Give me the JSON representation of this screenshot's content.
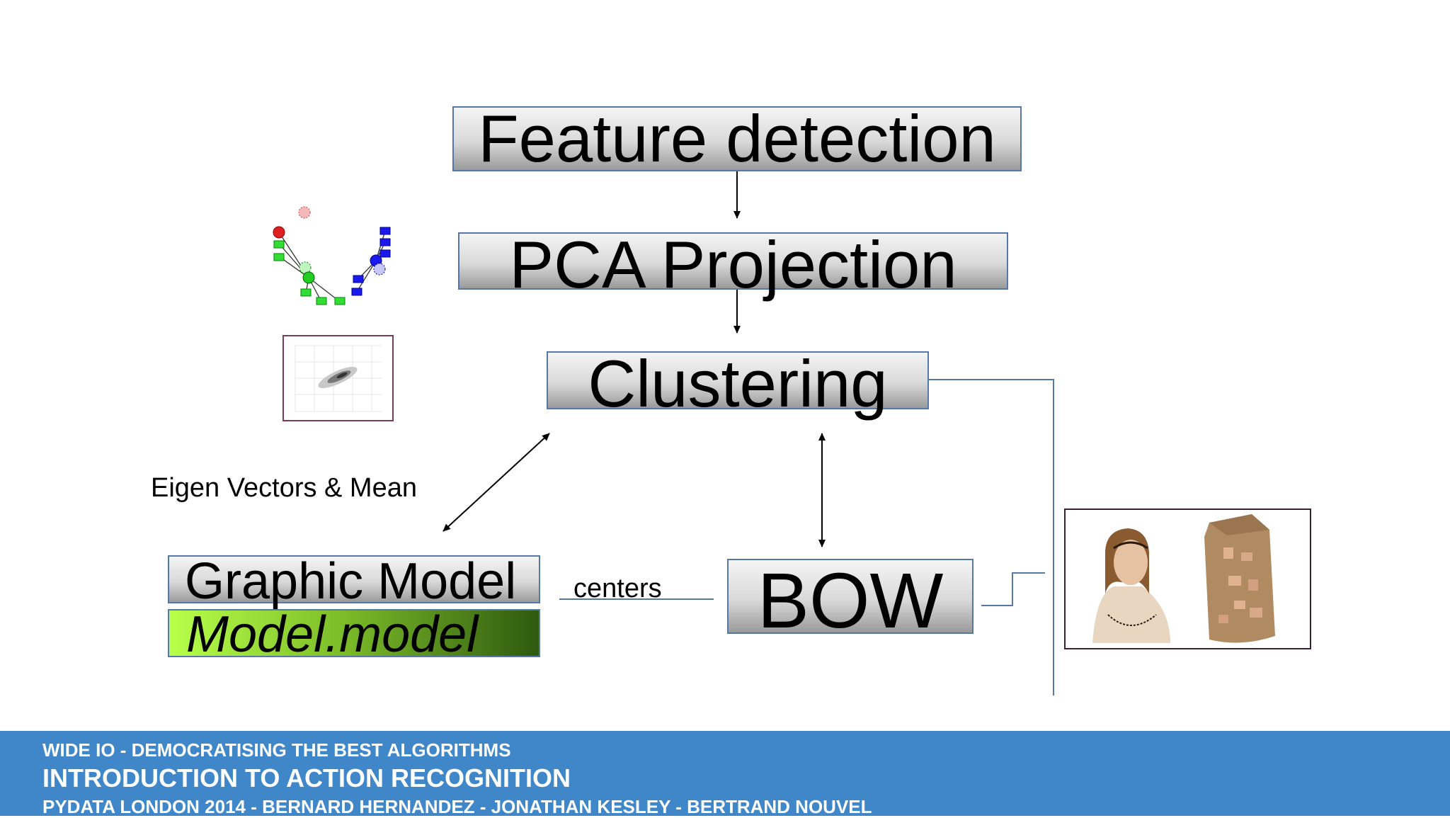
{
  "diagram": {
    "nodes": {
      "feature_detection": "Feature detection",
      "pca_projection": "PCA Projection",
      "clustering": "Clustering",
      "graphic_model": "Graphic Model",
      "model_file": "Model.model",
      "bow": "BOW"
    },
    "edge_labels": {
      "eigen": "Eigen Vectors & Mean",
      "centers": "centers"
    }
  },
  "footer": {
    "line1": "WIDE IO - DEMOCRATISING THE BEST ALGORITHMS",
    "line2": "INTRODUCTION TO ACTION RECOGNITION",
    "line3": "PYDATA LONDON 2014   -  BERNARD HERNANDEZ - JONATHAN KESLEY - BERTRAND NOUVEL"
  },
  "colors": {
    "footer_bg": "#3f87c8",
    "box_border": "#5577aa",
    "model_gradient_start": "#b8ff4a",
    "model_gradient_end": "#2f5a10"
  },
  "icons": [
    "graph-model-icon",
    "pca-scatter-thumbnail",
    "bow-illustration-image"
  ]
}
